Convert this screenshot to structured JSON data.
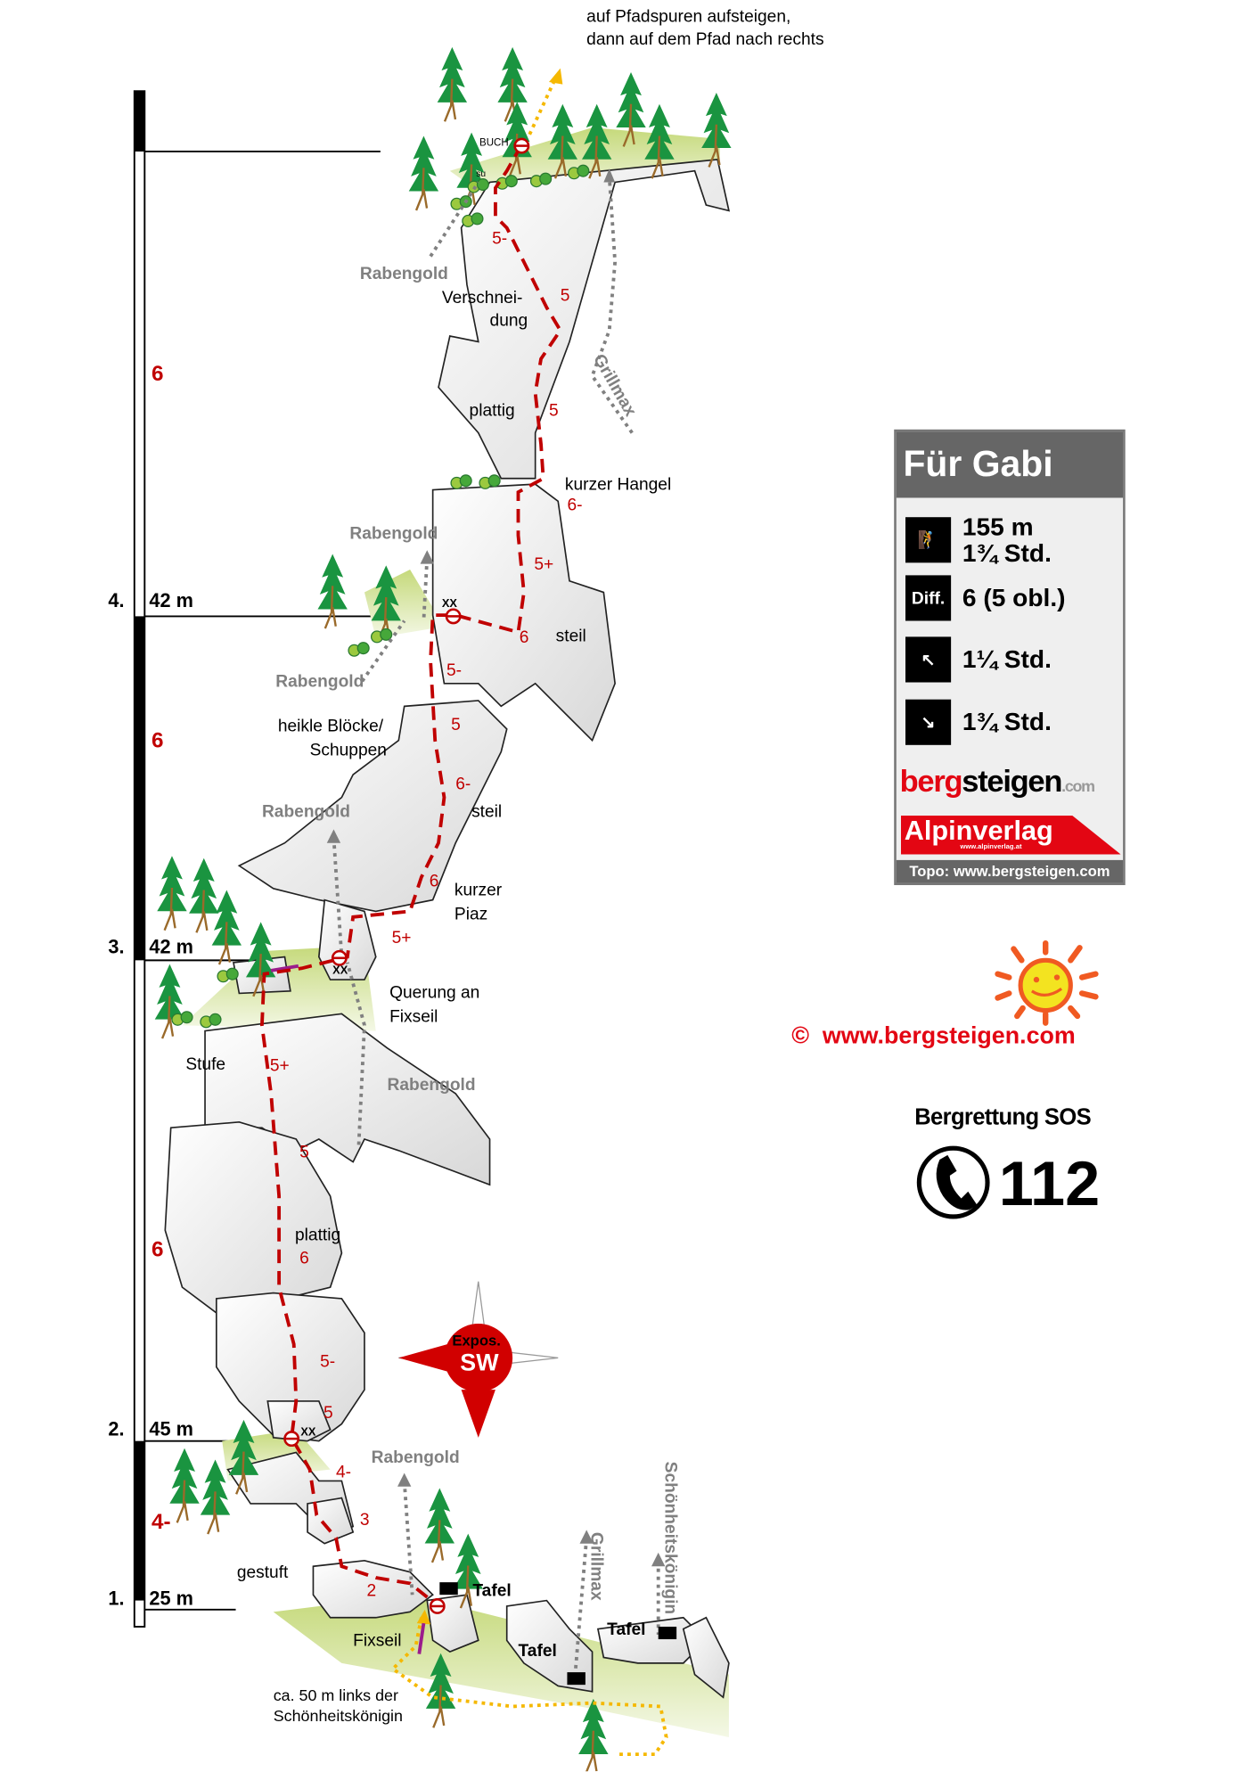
{
  "header_note": {
    "line1": "auf Pfadspuren aufsteigen,",
    "line2": "dann auf dem Pfad nach rechts"
  },
  "scale": {
    "pitches": [
      {
        "number": "4.",
        "length": "42 m"
      },
      {
        "number": "3.",
        "length": "42 m"
      },
      {
        "number": "2.",
        "length": "45 m"
      },
      {
        "number": "1.",
        "length": "25 m"
      }
    ],
    "grades": [
      "6",
      "6",
      "6",
      "4-"
    ]
  },
  "route_labels": {
    "buch": "BUCH",
    "su_top": "su",
    "verschneidung_1": "Verschnei-",
    "verschneidung_2": "dung",
    "plattig_top": "plattig",
    "kurzer_hangel": "kurzer Hangel",
    "steil_1": "steil",
    "heikle_1": "heikle Blöcke/",
    "heikle_2": "Schuppen",
    "steil_2": "steil",
    "kurzer_piaz_1": "kurzer",
    "kurzer_piaz_2": "Piaz",
    "querung_1": "Querung an",
    "querung_2": "Fixseil",
    "stufe": "Stufe",
    "plattig_low": "plattig",
    "gestuft": "gestuft",
    "fixseil": "Fixseil",
    "tafel_1": "Tafel",
    "tafel_2": "Tafel",
    "tafel_3": "Tafel",
    "start_note_1": "ca. 50 m links der",
    "start_note_2": "Schönheitskönigin",
    "xx_1": "XX",
    "xx_2": "XX",
    "xx_3": "XX"
  },
  "pitch_grades": [
    "5-",
    "5",
    "5",
    "6-",
    "5+",
    "6",
    "5-",
    "5",
    "6-",
    "6",
    "5+",
    "5+",
    "5",
    "6",
    "5-",
    "5",
    "4-",
    "3",
    "2"
  ],
  "neighbor_routes": {
    "rabengold": "Rabengold",
    "grillmax": "Grillmax",
    "schoenheitskoenigin": "Schönheitskönigin"
  },
  "compass": {
    "label": "Expos.",
    "direction": "SW"
  },
  "info_box": {
    "title": "Für Gabi",
    "length": "155 m",
    "climb_time": "1¾ Std.",
    "difficulty_badge": "Diff.",
    "difficulty": "6 (5 obl.)",
    "approach_time": "1¼ Std.",
    "descent_time": "1¾ Std.",
    "logo_bergsteigen_red": "berg",
    "logo_bergsteigen_black": "steigen",
    "logo_bergsteigen_com": ".com",
    "logo_alpinverlag": "Alpinverlag",
    "logo_alpinverlag_url": "www.alpinverlag.at",
    "footer": "Topo: www.bergsteigen.com"
  },
  "copyright": {
    "symbol": "©",
    "url": "www.bergsteigen.com"
  },
  "emergency": {
    "label": "Bergrettung SOS",
    "number": "112"
  },
  "colors": {
    "route": "#c00000",
    "neighbor": "#808080",
    "approach": "#f5b800",
    "grass": "#c5d97a",
    "fixrope": "#9b1c8c",
    "title_bg": "#666666"
  }
}
